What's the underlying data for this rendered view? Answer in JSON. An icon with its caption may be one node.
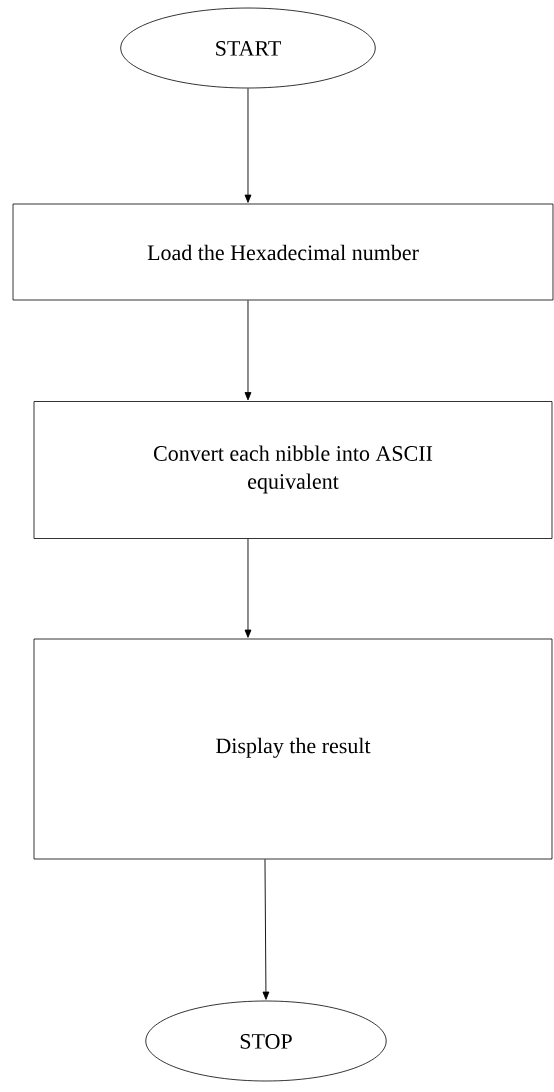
{
  "diagram": {
    "nodes": [
      {
        "text": [
          "START"
        ]
      },
      {
        "text": [
          "Load the Hexadecimal number"
        ]
      },
      {
        "text": [
          "Convert each nibble into ASCII equivalent"
        ]
      },
      {
        "text": [
          "Display the result"
        ]
      },
      {
        "text": [
          "STOP"
        ]
      }
    ],
    "edges": [
      {
        "from": 0,
        "to": 1,
        "arrow": "to"
      },
      {
        "from": 1,
        "to": 2,
        "arrow": "to"
      },
      {
        "from": 2,
        "to": 3,
        "arrow": "to"
      },
      {
        "from": 3,
        "to": 4,
        "arrow": "to"
      }
    ]
  }
}
